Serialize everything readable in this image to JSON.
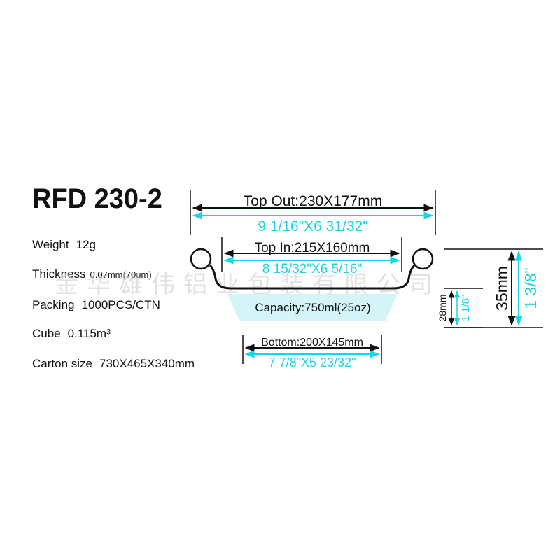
{
  "model": "RFD 230-2",
  "specs": {
    "weight_label": "Weight",
    "weight_value": "12g",
    "thickness_label": "Thickness",
    "thickness_value": "0.07mm(70um)",
    "packing_label": "Packing",
    "packing_value": "1000PCS/CTN",
    "cube_label": "Cube",
    "cube_value": "0.115m³",
    "carton_label": "Carton size",
    "carton_value": "730X465X340mm"
  },
  "dimensions": {
    "top_out_metric": "Top Out:230X177mm",
    "top_out_imperial": "9 1/16\"X6 31/32\"",
    "top_in_metric": "Top In:215X160mm",
    "top_in_imperial": "8 15/32\"X6 5/16\"",
    "capacity": "Capacity:750ml(25oz)",
    "bottom_metric": "Bottom:200X145mm",
    "bottom_imperial": "7 7/8\"X5 23/32\"",
    "depth_outer_metric": "35mm",
    "depth_outer_imperial": "1 3/8\"",
    "depth_inner_metric": "28mm",
    "depth_inner_imperial": "1 1/8\""
  },
  "watermark": "金华雄伟铝业包装有限公司",
  "colors": {
    "accent": "#1ad3e6",
    "fill": "#d4f4f8",
    "ink": "#111111",
    "watermark": "#c8c8c8"
  }
}
